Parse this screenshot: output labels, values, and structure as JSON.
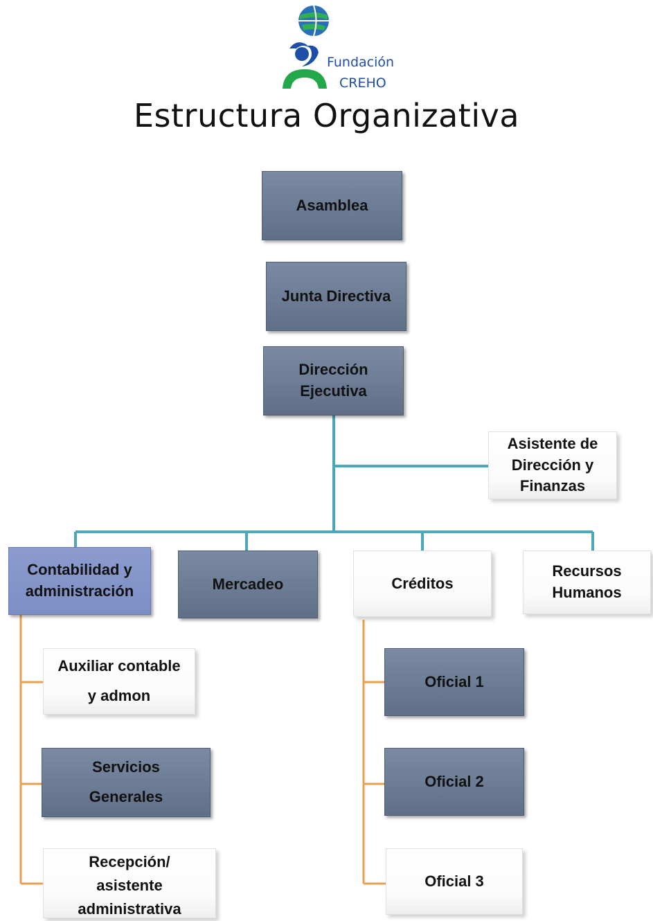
{
  "logo": {
    "line1": "Fundación",
    "line2": "CREHO"
  },
  "title": "Estructura Organizativa",
  "nodes": {
    "asamblea": "Asamblea",
    "junta": "Junta Directiva",
    "direccion": "Dirección\nEjecutiva",
    "asistente": "Asistente de\nDirección y\nFinanzas",
    "contabilidad": "Contabilidad y\nadministración",
    "mercadeo": "Mercadeo",
    "creditos": "Créditos",
    "rrhh": "Recursos\nHumanos",
    "auxiliar": "Auxiliar contable\ny admon",
    "servicios": "Servicios\nGenerales",
    "recepcion": "Recepción/\nasistente\nadministrativa",
    "oficial1": "Oficial 1",
    "oficial2": "Oficial 2",
    "oficial3": "Oficial 3"
  },
  "colors": {
    "dark_box": "#6c7c94",
    "light_box": "#ffffff",
    "highlight_box": "#8090c8",
    "main_connector": "#4aa8b8",
    "branch_connector": "#e8a050",
    "logo_blue": "#1e4fa8",
    "logo_green": "#22a84a"
  }
}
